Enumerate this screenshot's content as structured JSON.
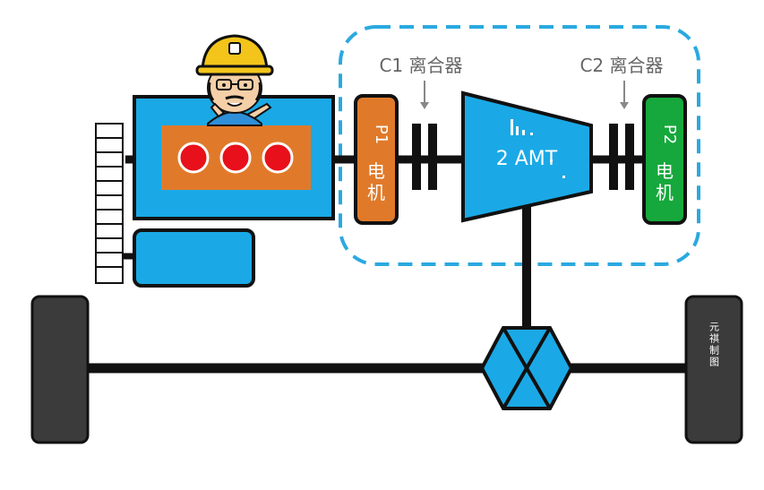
{
  "labels": {
    "c1_clutch": "C1 离合器",
    "c2_clutch": "C2 离合器",
    "p1_motor_line1": "P1",
    "p1_motor_line2": "电",
    "p1_motor_line3": "机",
    "p2_motor_line1": "P2",
    "p2_motor_line2": "电",
    "p2_motor_line3": "机",
    "gearbox": "2 AMT",
    "watermark": "元祺制图"
  },
  "colors": {
    "engine_blue": "#1aa9e6",
    "cylinder_block": "#e07a2a",
    "cylinder": "#e8101a",
    "p1_motor": "#e07a2a",
    "p2_motor": "#16a83c",
    "gearbox": "#1aa9e6",
    "dashed_border": "#2aa9e0",
    "wheel": "#3b3b3b",
    "shaft": "#111111"
  },
  "icons": {
    "mascot": "worker-hardhat-mascot-icon",
    "arrows": "down-arrow-icon"
  }
}
